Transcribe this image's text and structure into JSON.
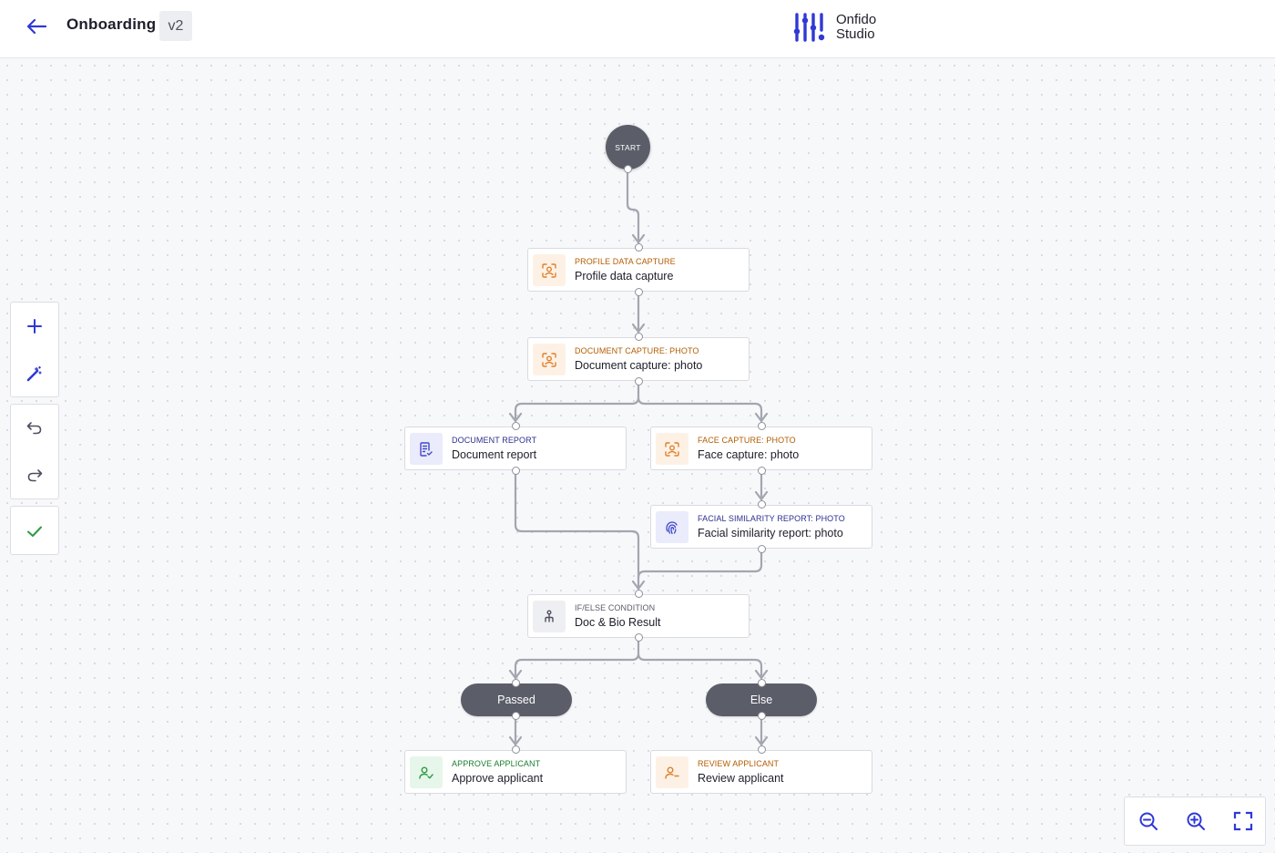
{
  "header": {
    "title": "Onboarding",
    "version": "v2",
    "brand_line1": "Onfido",
    "brand_line2": "Studio"
  },
  "colors": {
    "accent": "#3038d6",
    "orange": "#b35c00",
    "navy": "#2b2f8f",
    "green": "#1a7d2e",
    "pill": "#5b5d69",
    "connector": "#a3a6af"
  },
  "workflow": {
    "start_label": "START",
    "nodes": {
      "profile_data_capture": {
        "type": "PROFILE DATA CAPTURE",
        "name": "Profile data capture",
        "icon": "face-scan-icon"
      },
      "document_capture": {
        "type": "DOCUMENT CAPTURE: PHOTO",
        "name": "Document capture: photo",
        "icon": "face-scan-icon"
      },
      "document_report": {
        "type": "DOCUMENT REPORT",
        "name": "Document report",
        "icon": "document-report-icon"
      },
      "face_capture": {
        "type": "FACE CAPTURE: PHOTO",
        "name": "Face capture: photo",
        "icon": "face-scan-icon"
      },
      "facial_similarity": {
        "type": "FACIAL SIMILARITY REPORT: PHOTO",
        "name": "Facial similarity report: photo",
        "icon": "fingerprint-icon"
      },
      "condition": {
        "type": "IF/ELSE CONDITION",
        "name": "Doc & Bio Result",
        "icon": "branch-icon"
      },
      "approve": {
        "type": "APPROVE APPLICANT",
        "name": "Approve applicant",
        "icon": "user-check-icon"
      },
      "review": {
        "type": "REVIEW APPLICANT",
        "name": "Review applicant",
        "icon": "user-minus-icon"
      }
    },
    "branches": {
      "passed": "Passed",
      "else": "Else"
    }
  },
  "toolbar": {
    "add_icon": "plus-icon",
    "magic_icon": "magic-wand-icon",
    "undo_icon": "undo-icon",
    "redo_icon": "redo-icon",
    "validate_icon": "check-icon"
  },
  "zoom_controls": {
    "zoom_out_icon": "zoom-out-icon",
    "zoom_in_icon": "zoom-in-icon",
    "fit_icon": "fit-screen-icon"
  }
}
